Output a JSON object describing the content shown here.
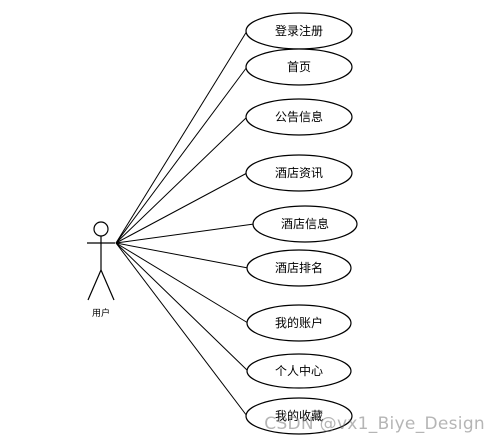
{
  "actor": {
    "label": "用户"
  },
  "use_cases": [
    {
      "label": "登录注册"
    },
    {
      "label": "首页"
    },
    {
      "label": "公告信息"
    },
    {
      "label": "酒店资讯"
    },
    {
      "label": "酒店信息"
    },
    {
      "label": "酒店排名"
    },
    {
      "label": "我的账户"
    },
    {
      "label": "个人中心"
    },
    {
      "label": "我的收藏"
    }
  ],
  "watermark": {
    "text": "CSDN @vx1_Biye_Design"
  },
  "colors": {
    "stroke": "#000000",
    "background": "#ffffff",
    "watermark": "#787878"
  }
}
